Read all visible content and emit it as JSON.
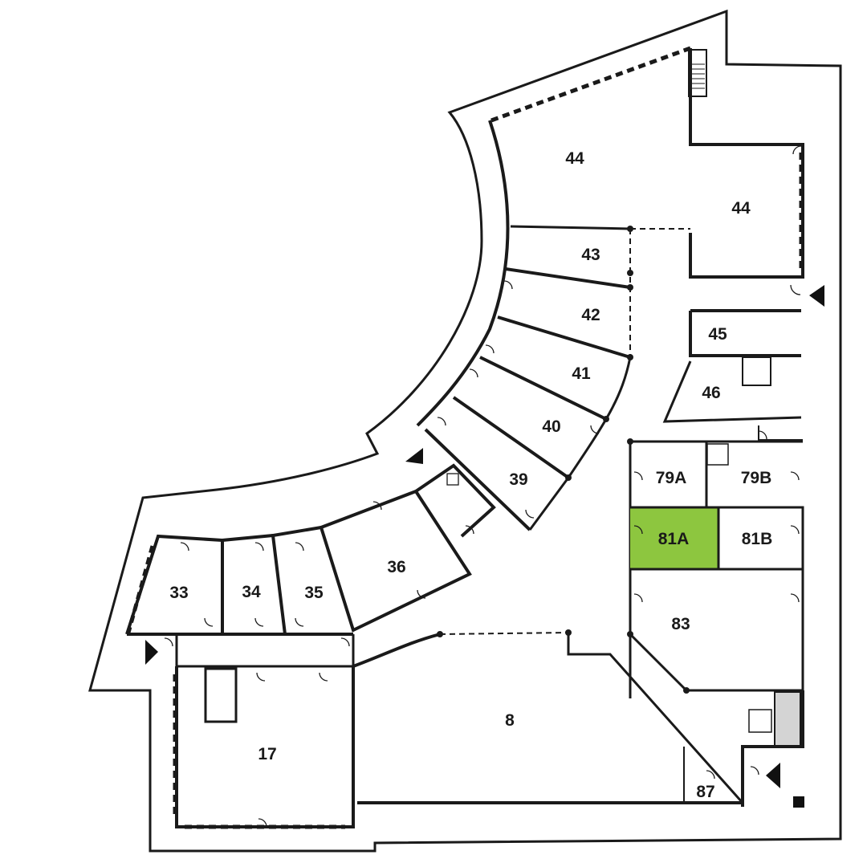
{
  "map": {
    "highlight_color": "#8dc63f",
    "wall_color": "#1a1a1a",
    "highlighted_room": "81A",
    "icons": [
      "elevator-icon",
      "elevator-icon",
      "atm-icon",
      "entrance-marker-icon",
      "stairs-icon"
    ]
  },
  "rooms": {
    "r44a": "44",
    "r44b": "44",
    "r43": "43",
    "r42": "42",
    "r41": "41",
    "r40": "40",
    "r39": "39",
    "r45": "45",
    "r46": "46",
    "r79a": "79A",
    "r79b": "79B",
    "r81a": "81A",
    "r81b": "81B",
    "r83": "83",
    "r33": "33",
    "r34": "34",
    "r35": "35",
    "r36": "36",
    "r17": "17",
    "r8": "8",
    "r87": "87"
  }
}
